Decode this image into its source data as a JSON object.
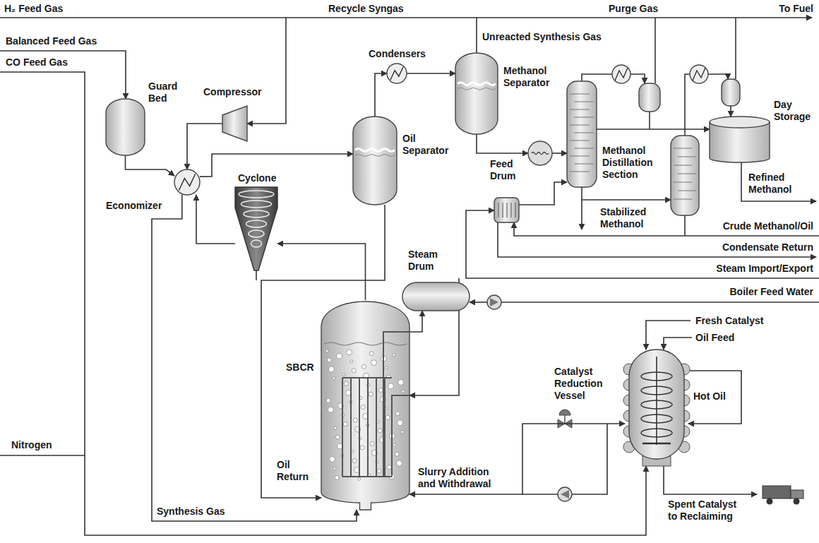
{
  "diagram": {
    "nodes": [
      {
        "text": [
          "Guard Bed"
        ]
      },
      {
        "text": [
          "Compressor"
        ]
      },
      {
        "text": [
          "Economizer"
        ]
      },
      {
        "text": [
          "Cyclone"
        ]
      },
      {
        "text": [
          "Oil Separator"
        ]
      },
      {
        "text": [
          "Condensers"
        ]
      },
      {
        "text": [
          "Methanol Separator"
        ]
      },
      {
        "text": [
          "Feed Drum"
        ]
      },
      {
        "text": [
          "Methanol Distillation Section"
        ]
      },
      {
        "text": [
          "Day Storage"
        ]
      },
      {
        "text": [
          "Steam Drum"
        ]
      },
      {
        "text": [
          "SBCR"
        ]
      },
      {
        "text": [
          "Catalyst Reduction Vessel"
        ]
      }
    ],
    "edges": [
      {
        "from": 0,
        "to": 2,
        "arrow": "to"
      },
      {
        "from": 1,
        "to": 2,
        "arrow": "to"
      },
      {
        "from": 2,
        "to": 11,
        "arrow": "to"
      },
      {
        "from": 11,
        "to": 3,
        "arrow": "to"
      },
      {
        "from": 3,
        "to": 2,
        "arrow": "to"
      },
      {
        "from": 2,
        "to": 4,
        "arrow": "to"
      },
      {
        "from": 4,
        "to": 11,
        "arrow": "to"
      },
      {
        "from": 4,
        "to": 5,
        "arrow": "to"
      },
      {
        "from": 5,
        "to": 6,
        "arrow": "to"
      },
      {
        "from": 6,
        "to": 1,
        "arrow": "to"
      },
      {
        "from": 6,
        "to": 7,
        "arrow": "to"
      },
      {
        "from": 7,
        "to": 8,
        "arrow": "to"
      },
      {
        "from": 8,
        "to": 9,
        "arrow": "to"
      },
      {
        "from": 11,
        "to": 10,
        "arrow": "to"
      },
      {
        "from": 10,
        "to": 11,
        "arrow": "to"
      },
      {
        "from": 12,
        "to": 11,
        "arrow": "both"
      }
    ],
    "labels": [
      "H₂ Feed Gas",
      "Balanced Feed Gas",
      "CO Feed Gas",
      "Recycle Syngas",
      "Purge Gas",
      "To Fuel",
      "Unreacted Synthesis Gas",
      "Nitrogen",
      "Synthesis Gas",
      "Oil Return",
      "Slurry Addition and Withdrawal",
      "Stabilized Methanol",
      "Refined Methanol",
      "Crude Methanol/Oil",
      "Condensate Return",
      "Steam Import/Export",
      "Boiler Feed Water",
      "Fresh Catalyst",
      "Oil Feed",
      "Hot Oil",
      "Spent Catalyst to Reclaiming"
    ]
  }
}
